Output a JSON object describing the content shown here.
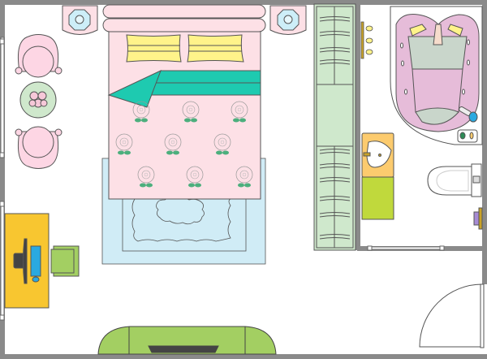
{
  "diagram": {
    "type": "floor-plan",
    "rooms": [
      "bedroom",
      "bathroom"
    ],
    "colors": {
      "wall": "#8a8a8a",
      "bed": "#fde0e6",
      "pillow": "#fff38a",
      "blanket": "#1ecab0",
      "rug": "#d0ecf6",
      "wardrobe": "#cfe8cc",
      "desk": "#f8c630",
      "desk_chair": "#a3cf62",
      "sofa": "#a3cf62",
      "tub": "#e6bcd9",
      "sink_counter": "#fccb6e",
      "cabinet": "#c0d93c",
      "armchair": "#fdd6e4"
    }
  }
}
